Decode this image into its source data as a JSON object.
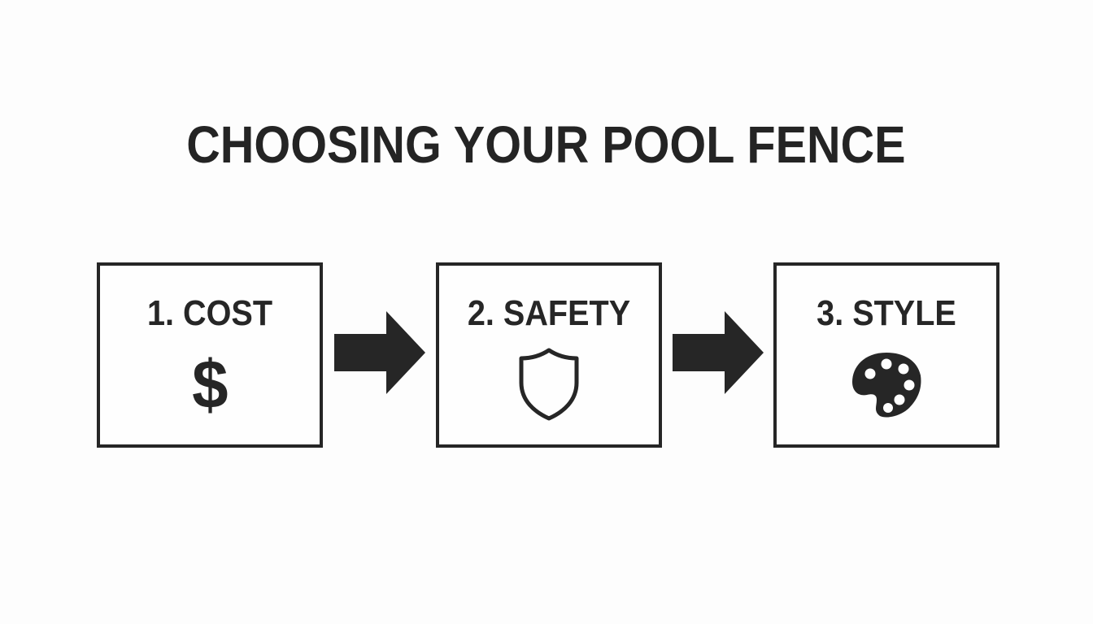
{
  "title": "CHOOSING YOUR POOL FENCE",
  "steps": [
    {
      "label": "1. COST",
      "icon": "dollar-sign-icon",
      "glyph": "$"
    },
    {
      "label": "2. SAFETY",
      "icon": "shield-icon"
    },
    {
      "label": "3. STYLE",
      "icon": "palette-icon"
    }
  ],
  "connectors": [
    "arrow-right-icon",
    "arrow-right-icon"
  ],
  "colors": {
    "background": "#fdfdfd",
    "ink": "#262626"
  }
}
